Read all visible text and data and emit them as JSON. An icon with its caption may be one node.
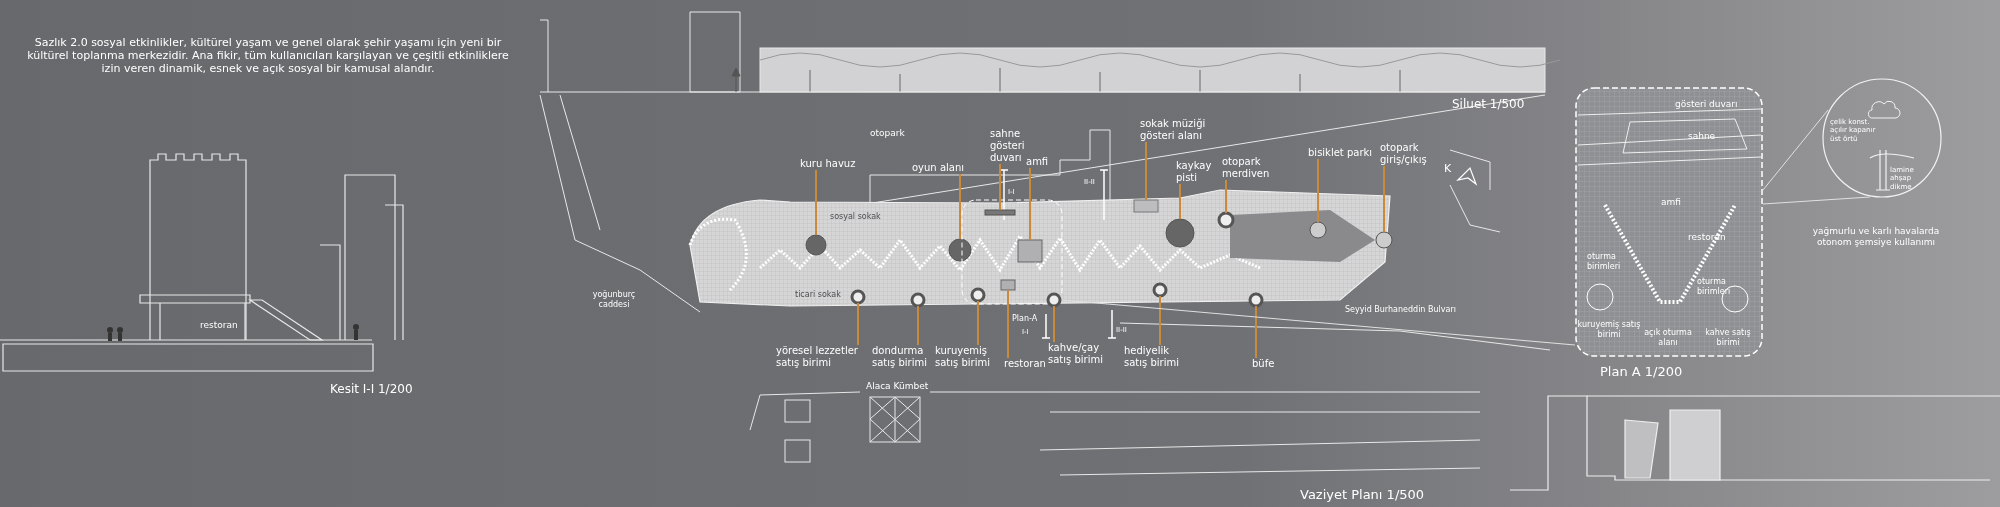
{
  "diagram": {
    "nodes": [
      {
        "text": [
          "kuru havuz"
        ]
      },
      {
        "text": [
          "oyun alanı"
        ]
      },
      {
        "text": [
          "sahne gösteri duvarı"
        ]
      },
      {
        "text": [
          "amfi"
        ]
      },
      {
        "text": [
          "sokak müziği gösteri alanı"
        ]
      },
      {
        "text": [
          "kaykay pisti"
        ]
      },
      {
        "text": [
          "otopark merdiven"
        ]
      },
      {
        "text": [
          "bisiklet parkı"
        ]
      },
      {
        "text": [
          "otopark giriş/çıkış"
        ]
      },
      {
        "text": [
          "yöresel lezzetler satış birimi"
        ]
      },
      {
        "text": [
          "dondurma satış birimi"
        ]
      },
      {
        "text": [
          "kuruyemiş satış birimi"
        ]
      },
      {
        "text": [
          "restoran"
        ]
      },
      {
        "text": [
          "kahve/çay satış birimi"
        ]
      },
      {
        "text": [
          "hediyelik satış birimi"
        ]
      },
      {
        "text": [
          "büfe"
        ]
      },
      {
        "text": [],
        "shape": "circle"
      },
      {
        "text": [],
        "shape": "circle"
      },
      {
        "text": [],
        "shape": "bar",
        "in": 32
      },
      {
        "text": [],
        "shape": "box",
        "in": 32
      },
      {
        "text": [],
        "shape": "box"
      },
      {
        "text": [],
        "shape": "circle"
      },
      {
        "text": [],
        "shape": "circle"
      },
      {
        "text": [],
        "shape": "circle"
      },
      {
        "text": [],
        "shape": "circle"
      },
      {
        "text": [],
        "shape": "circle"
      },
      {
        "text": [],
        "shape": "circle"
      },
      {
        "text": [],
        "shape": "circle",
        "in": 32
      },
      {
        "text": [],
        "shape": "box",
        "in": 32
      },
      {
        "text": [],
        "shape": "circle",
        "in": 32
      },
      {
        "text": [],
        "shape": "circle"
      },
      {
        "text": [],
        "shape": "circle"
      },
      {
        "text": [],
        "shape": "box"
      },
      {
        "text": [
          "gösteri duvarı",
          "sahne",
          "amfi",
          "restoran",
          "oturma birimleri",
          "oturma birimleri",
          "kuruyemiş satış birimi",
          "açık oturma alanı",
          "kahve satış birimi"
        ],
        "beside": [
          "Plan A 1/200"
        ]
      },
      {
        "text": [
          "çelik konst. açılır kapanır üst örtü",
          "lamine ahşap dikme"
        ],
        "beside": [
          "yağmurlu ve karlı havalarda otonom şemsiye kullanımı"
        ]
      }
    ],
    "edges": [
      {
        "from": 0,
        "to": 16,
        "arrow": "none"
      },
      {
        "from": 1,
        "to": 17,
        "arrow": "none"
      },
      {
        "from": 2,
        "to": 18,
        "arrow": "none"
      },
      {
        "from": 3,
        "to": 19,
        "arrow": "none"
      },
      {
        "from": 4,
        "to": 20,
        "arrow": "none"
      },
      {
        "from": 5,
        "to": 21,
        "arrow": "none"
      },
      {
        "from": 6,
        "to": 22,
        "arrow": "none"
      },
      {
        "from": 7,
        "to": 23,
        "arrow": "none"
      },
      {
        "from": 8,
        "to": 24,
        "arrow": "none"
      },
      {
        "from": 9,
        "to": 25,
        "arrow": "none"
      },
      {
        "from": 10,
        "to": 26,
        "arrow": "none"
      },
      {
        "from": 11,
        "to": 27,
        "arrow": "none"
      },
      {
        "from": 12,
        "to": 28,
        "arrow": "none"
      },
      {
        "from": 13,
        "to": 29,
        "arrow": "none"
      },
      {
        "from": 14,
        "to": 30,
        "arrow": "none"
      },
      {
        "from": 15,
        "to": 31,
        "arrow": "none"
      },
      {
        "from": 32,
        "to": 33,
        "arrow": "none",
        "color": "#e0e0e0"
      },
      {
        "from": 33,
        "to": 34,
        "arrow": "none",
        "color": "#e0e0e0"
      },
      {
        "from": 33,
        "to": 34,
        "arrow": "none",
        "color": "#e0e0e0"
      }
    ],
    "labels": [
      "Sazlık 2.0 sosyal etkinlikler, kültürel yaşam ve genel olarak şehir yaşamı için yeni bir kültürel toplanma merkezidir. Ana fikir, tüm kullanıcıları karşılayan ve çeşitli etkinliklere izin veren dinamik, esnek ve açık sosyal bir kamusal alandır.",
      "Siluet 1/500",
      "otopark",
      "I-I",
      "II-II",
      "K",
      "sosyal sokak",
      "yoğunburç caddesi",
      "ticari sokak",
      "Plan-A",
      "I-I",
      "II-II",
      "Seyyid Burhaneddin Bulvarı",
      "Alaca Kümbet",
      "Vaziyet Planı 1/500",
      "restoran",
      "Kesit I-I 1/200"
    ]
  }
}
